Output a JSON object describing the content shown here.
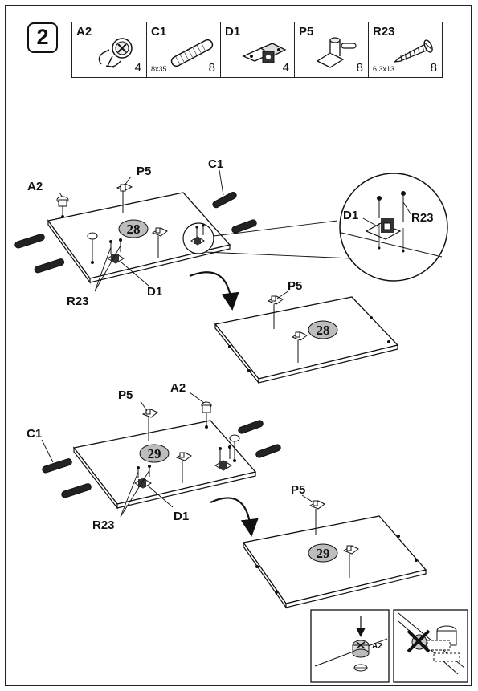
{
  "step": {
    "number": "2"
  },
  "parts": [
    {
      "code": "A2",
      "size": "",
      "qty": "4",
      "icon": "cam-lock-icon"
    },
    {
      "code": "C1",
      "size": "8x35",
      "qty": "8",
      "icon": "wooden-dowel-icon"
    },
    {
      "code": "D1",
      "size": "",
      "qty": "4",
      "icon": "hinge-icon"
    },
    {
      "code": "P5",
      "size": "",
      "qty": "8",
      "icon": "shelf-support-icon"
    },
    {
      "code": "R23",
      "size": "6,3x13",
      "qty": "8",
      "icon": "screw-icon"
    }
  ],
  "panels": {
    "upper": "28",
    "lower": "29"
  },
  "labels": {
    "a2": "A2",
    "c1": "C1",
    "d1": "D1",
    "p5": "P5",
    "r23": "R23"
  },
  "detail": {
    "cam_label": "A2"
  }
}
